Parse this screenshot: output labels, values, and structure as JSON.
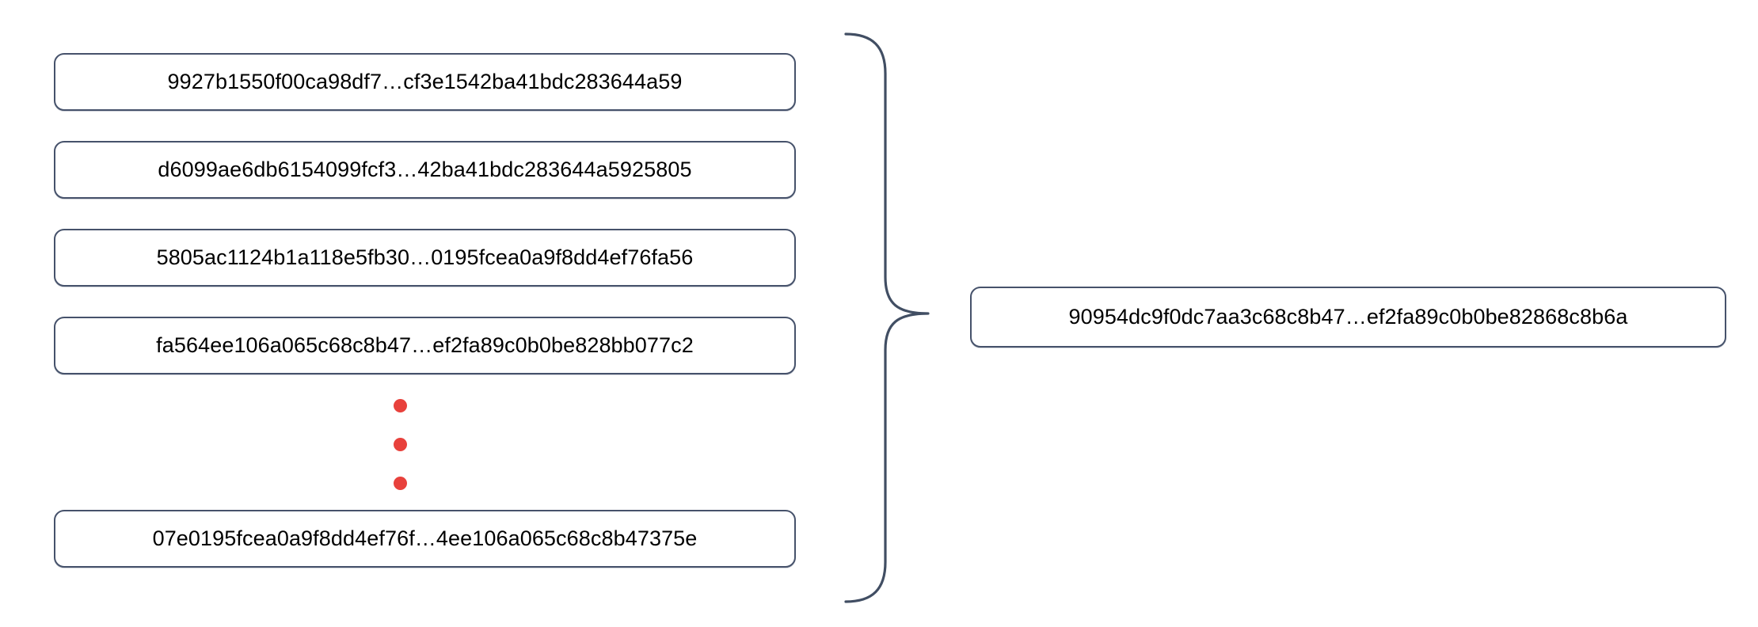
{
  "diagram": {
    "type": "many-to-one-aggregation",
    "background_color": "#ffffff",
    "box_border_color": "#46526B",
    "text_color": "#000000",
    "dot_color": "#E8413C",
    "brace_color": "#414E63",
    "inputs": [
      {
        "label": "9927b1550f00ca98df7…cf3e1542ba41bdc283644a59"
      },
      {
        "label": "d6099ae6db6154099fcf3…42ba41bdc283644a5925805"
      },
      {
        "label": "5805ac1124b1a118e5fb30…0195fcea0a9f8dd4ef76fa56"
      },
      {
        "label": "fa564ee106a065c68c8b47…ef2fa89c0b0be828bb077c2"
      },
      {
        "label": "07e0195fcea0a9f8dd4ef76f…4ee106a065c68c8b47375e"
      }
    ],
    "ellipsis": {
      "name": "vertical-ellipsis",
      "dot_count": 3
    },
    "brace": {
      "name": "right-curly-brace",
      "direction": "right"
    },
    "output": {
      "label": "90954dc9f0dc7aa3c68c8b47…ef2fa89c0b0be82868c8b6a"
    }
  }
}
